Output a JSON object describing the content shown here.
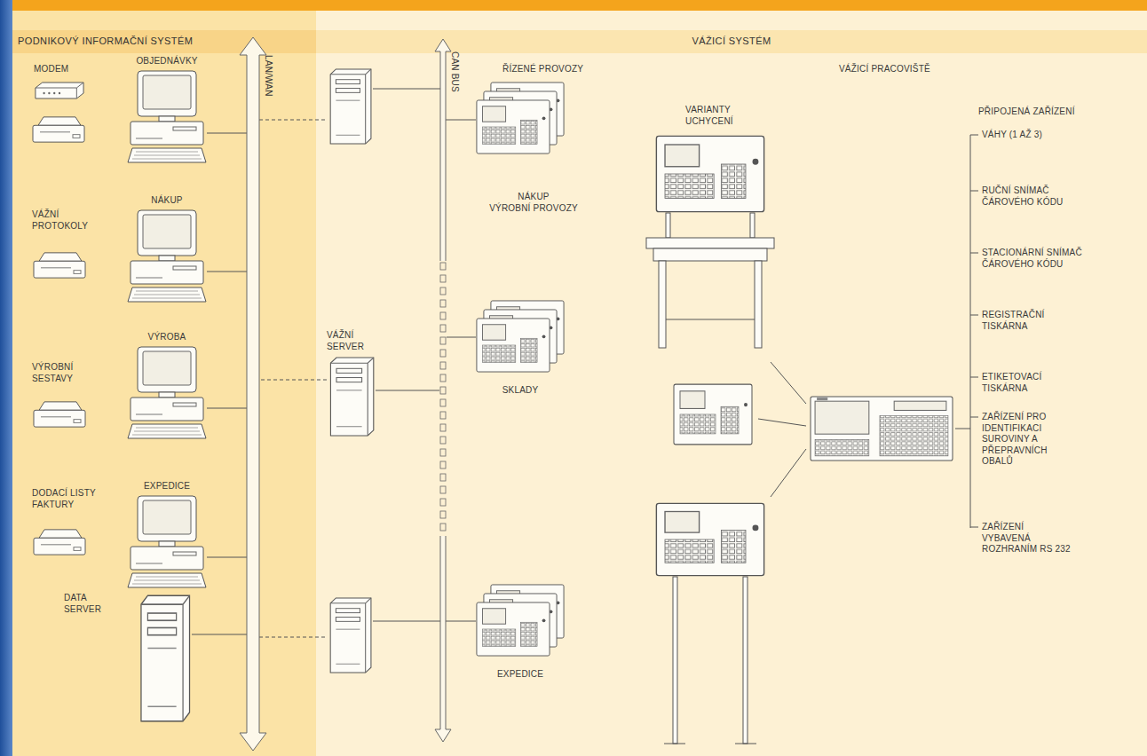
{
  "diagram": {
    "nodes": [
      {
        "text": [
          "PODNIKOVÝ INFORMAČNÍ SYSTÉM"
        ]
      },
      {
        "text": [
          "VÁŽICÍ SYSTÉM"
        ]
      },
      {
        "text": [
          "MODEM"
        ]
      },
      {
        "text": [
          "OBJEDNÁVKY"
        ]
      },
      {
        "text": [
          "VÁŽNÍ PROTOKOLY"
        ]
      },
      {
        "text": [
          "NÁKUP"
        ]
      },
      {
        "text": [
          "VÝROBNÍ SESTAVY"
        ]
      },
      {
        "text": [
          "VÝROBA"
        ]
      },
      {
        "text": [
          "DODACÍ LISTY FAKTURY"
        ]
      },
      {
        "text": [
          "EXPEDICE"
        ]
      },
      {
        "text": [
          "DATA SERVER"
        ]
      },
      {
        "text": [
          "LAN/WAN"
        ]
      },
      {
        "text": [
          "VÁŽNÍ SERVER"
        ]
      },
      {
        "text": [
          "CAN BUS"
        ]
      },
      {
        "text": [
          "NÁKUP",
          "VÝROBNÍ PROVOZY"
        ]
      },
      {
        "text": [
          "SKLADY"
        ]
      },
      {
        "text": [
          "EXPEDICE"
        ]
      }
    ],
    "edges": [
      {
        "from": 3,
        "to": 11,
        "arrow": "none"
      },
      {
        "from": 5,
        "to": 11,
        "arrow": "none"
      },
      {
        "from": 7,
        "to": 11,
        "arrow": "none"
      },
      {
        "from": 9,
        "to": 11,
        "arrow": "none"
      },
      {
        "from": 10,
        "to": 11,
        "arrow": "none"
      },
      {
        "from": 12,
        "to": 11,
        "arrow": "none"
      },
      {
        "from": 12,
        "to": 13,
        "arrow": "none"
      },
      {
        "from": 14,
        "to": 13,
        "arrow": "none"
      },
      {
        "from": 15,
        "to": 13,
        "arrow": "none"
      },
      {
        "from": 16,
        "to": 13,
        "arrow": "none"
      }
    ],
    "labels": [
      "ŘÍZENÉ PROVOZY",
      "VÁŽICÍ PRACOVIŠTĚ",
      "VARIANTY UCHYCENÍ",
      "PŘIPOJENÁ ZAŘÍZENÍ",
      "VÁHY (1 AŽ 3)",
      "RUČNÍ SNÍMAČ ČÁROVÉHO KÓDU",
      "STACIONÁRNÍ SNÍMAČ ČÁROVÉHO KÓDU",
      "REGISTRAČNÍ TISKÁRNA",
      "ETIKETOVACÍ TISKÁRNA",
      "ZAŘÍZENÍ PRO IDENTIFIKACI SUROVINY A PŘEPRAVNÍCH OBALŮ",
      "ZAŘÍZENÍ VYBAVENÁ ROZHRANÍM RS 232"
    ]
  }
}
